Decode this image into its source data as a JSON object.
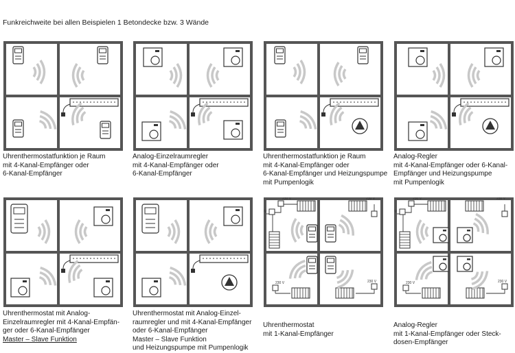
{
  "header": {
    "title": "Funkreichweite bei allen Beispielen 1 Betondecke bzw. 3 Wände"
  },
  "voltage_label": "230 V",
  "captions": [
    {
      "lines": [
        "Uhrenthermostatfunktion je Raum",
        "mit 4-Kanal-Empfänger oder",
        "6-Kanal-Empfänger"
      ]
    },
    {
      "lines": [
        "Analog-Einzelraumregler",
        "mit 4-Kanal-Empfänger oder",
        "6-Kanal-Empfänger"
      ]
    },
    {
      "lines": [
        "Uhrenthermostatfunktion je Raum",
        "mit 4-Kanal-Empfänger oder",
        "6-Kanal-Empfänger und Heizungspumpe",
        "mit Pumpenlogik"
      ]
    },
    {
      "lines": [
        "Analog-Regler",
        "mit 4-Kanal-Empfänger oder 6-Kanal-",
        "Empfänger und Heizungspumpe",
        "mit Pumpenlogik"
      ]
    },
    {
      "lines": [
        "Uhrenthermostat mit Analog-",
        "Einzelraumregler mit 4-Kanal-Empfän-",
        "ger oder 6-Kanal-Empfänger",
        "Master – Slave Funktion"
      ]
    },
    {
      "lines": [
        "Uhrenthermostat mit Analog-Einzel-",
        "raumregler und mit 4-Kanal-Empfänger",
        "oder 6-Kanal-Empfänger",
        "Master – Slave Funktion",
        "und Heizungspumpe mit Pumpenlogik"
      ]
    },
    {
      "lines": [
        "Uhrenthermostat",
        "mit 1-Kanal-Empfänger"
      ]
    },
    {
      "lines": [
        "Analog-Regler",
        "mit 1-Kanal-Empfänger oder Steck-",
        "dosen-Empfänger"
      ]
    }
  ]
}
